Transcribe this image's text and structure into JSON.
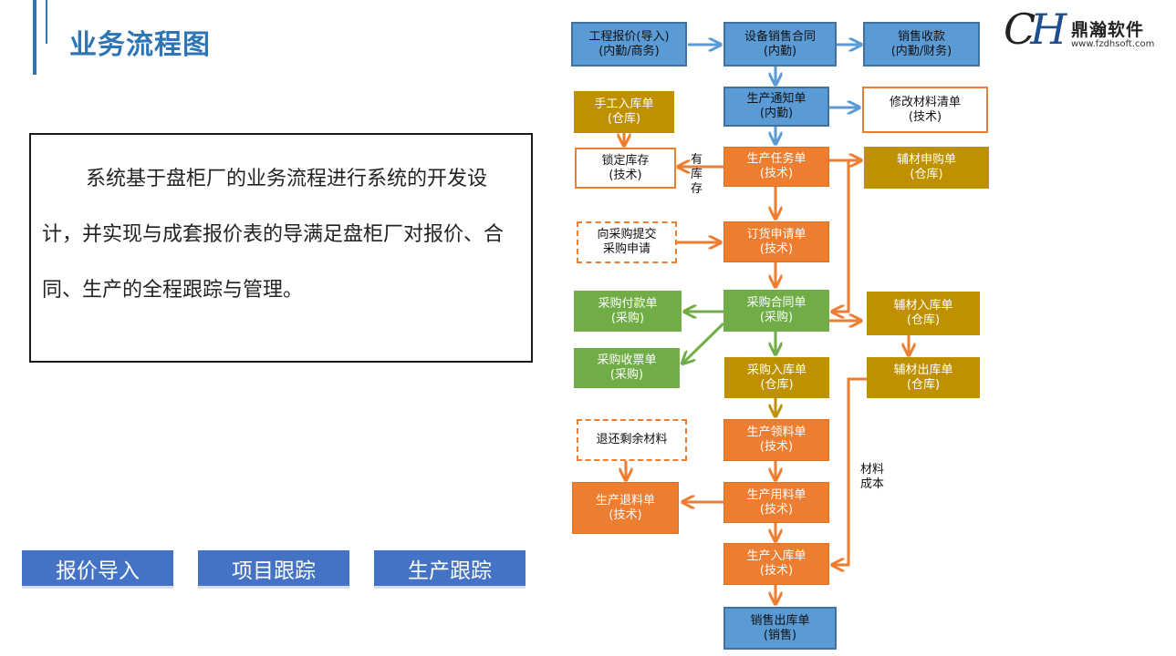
{
  "page": {
    "title": "业务流程图",
    "description": "系统基于盘柜厂的业务流程进行系统的开发设计，并实现与成套报价表的导满足盘柜厂对报价、合同、生产的全程跟踪与管理。"
  },
  "logo": {
    "mark": "CH",
    "name": "鼎瀚软件",
    "url": "www.fzdhsoft.com"
  },
  "buttons": [
    {
      "label": "报价导入"
    },
    {
      "label": "项目跟踪"
    },
    {
      "label": "生产跟踪"
    }
  ],
  "flow": {
    "nodes": {
      "quote": {
        "line1": "工程报价(导入)",
        "line2": "(内勤/商务)"
      },
      "sales_contract": {
        "line1": "设备销售合同",
        "line2": "(内勤)"
      },
      "sales_receipt": {
        "line1": "销售收款",
        "line2": "(内勤/财务)"
      },
      "prod_notice": {
        "line1": "生产通知单",
        "line2": "(内勤)"
      },
      "modify_bom": {
        "line1": "修改材料清单",
        "line2": "(技术)"
      },
      "manual_in": {
        "line1": "手工入库单",
        "line2": "(仓库)"
      },
      "lock_stock": {
        "line1": "锁定库存",
        "line2": "(技术)"
      },
      "prod_task": {
        "line1": "生产任务单",
        "line2": "(技术)"
      },
      "aux_purchase_req": {
        "line1": "辅材申购单",
        "line2": "(仓库)"
      },
      "submit_purchase": {
        "line1": "向采购提交",
        "line2": "采购申请"
      },
      "order_request": {
        "line1": "订货申请单",
        "line2": "(技术)"
      },
      "purchase_pay": {
        "line1": "采购付款单",
        "line2": "(采购)"
      },
      "purchase_contract": {
        "line1": "采购合同单",
        "line2": "(采购)"
      },
      "aux_in": {
        "line1": "辅材入库单",
        "line2": "(仓库)"
      },
      "purchase_invoice": {
        "line1": "采购收票单",
        "line2": "(采购)"
      },
      "purchase_in": {
        "line1": "采购入库单",
        "line2": "(仓库)"
      },
      "aux_out": {
        "line1": "辅材出库单",
        "line2": "(仓库)"
      },
      "return_surplus": {
        "line1": "退还剩余材料",
        "line2": ""
      },
      "prod_pick": {
        "line1": "生产领料单",
        "line2": "(技术)"
      },
      "prod_return": {
        "line1": "生产退料单",
        "line2": "(技术)"
      },
      "prod_use": {
        "line1": "生产用料单",
        "line2": "(技术)"
      },
      "prod_in": {
        "line1": "生产入库单",
        "line2": "(技术)"
      },
      "sales_out": {
        "line1": "销售出库单",
        "line2": "(销售)"
      }
    },
    "labels": {
      "has_stock": "有\n库\n存",
      "material_cost": "材料\n成本"
    }
  },
  "colors": {
    "title": "#2e75b6",
    "blue_node": "#5b9bd5",
    "orange_node": "#ed7d31",
    "olive_node": "#bf9000",
    "green_node": "#70ad47",
    "button": "#4472c4"
  }
}
